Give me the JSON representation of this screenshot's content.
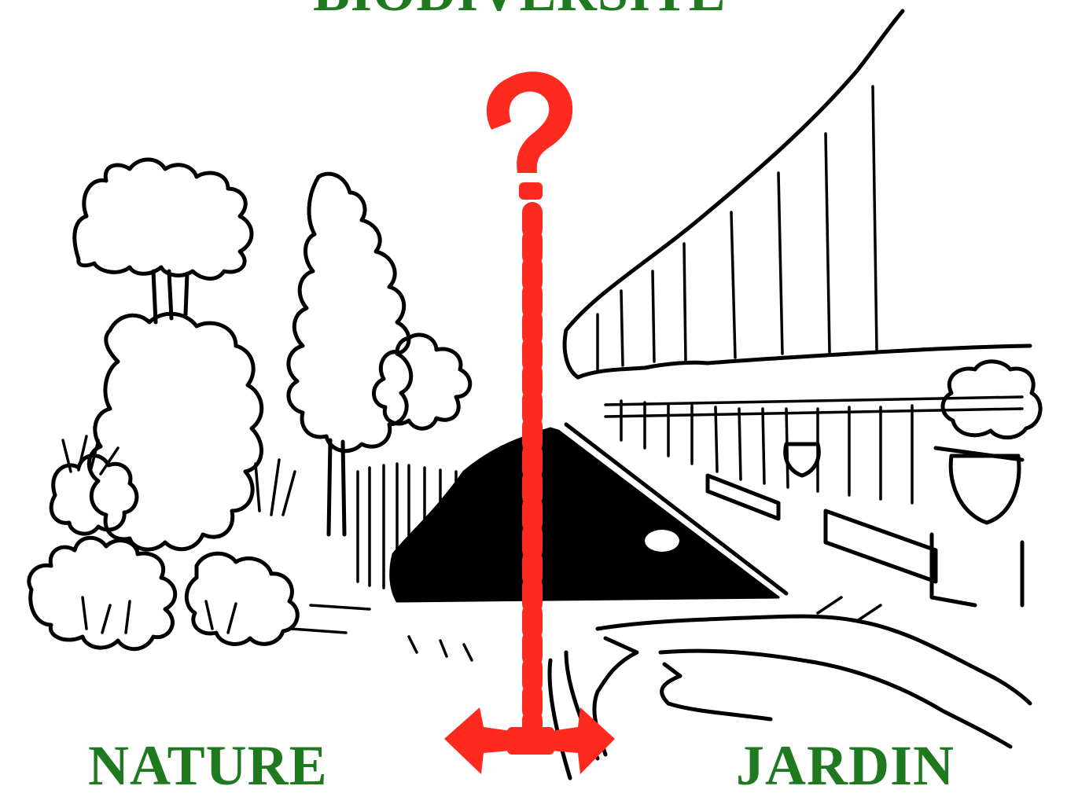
{
  "title": "BIODIVERSITE",
  "left_label": "NATURE",
  "right_label": "JARDIN",
  "colors": {
    "label_green": "#1f7a1f",
    "accent_red": "#ff2a1f",
    "ink": "#000000",
    "background": "#ffffff"
  },
  "icons": [
    "question-mark-icon",
    "double-arrow-icon"
  ]
}
